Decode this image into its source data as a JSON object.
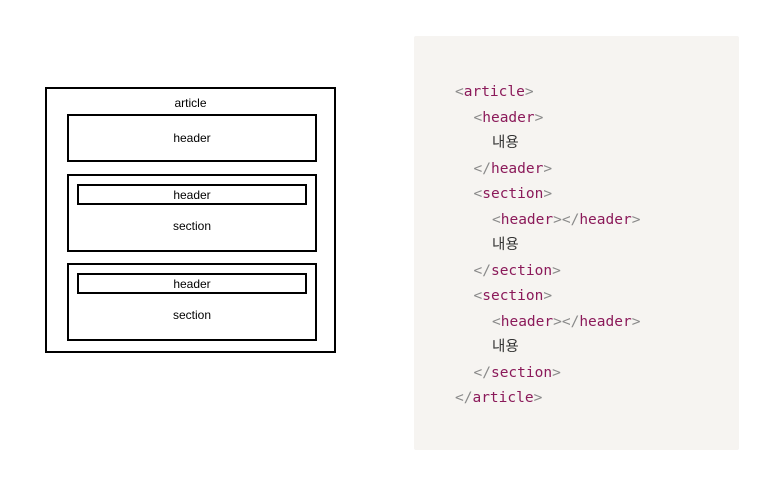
{
  "diagram": {
    "article_label": "article",
    "header_label": "header",
    "section1": {
      "header_label": "header",
      "label": "section"
    },
    "section2": {
      "header_label": "header",
      "label": "section"
    }
  },
  "code": {
    "lines": [
      {
        "indent": 0,
        "parts": [
          [
            "p",
            "<"
          ],
          [
            "t",
            "article"
          ],
          [
            "p",
            ">"
          ]
        ]
      },
      {
        "indent": 1,
        "parts": [
          [
            "p",
            "<"
          ],
          [
            "t",
            "header"
          ],
          [
            "p",
            ">"
          ]
        ]
      },
      {
        "indent": 2,
        "parts": [
          [
            "x",
            "내용"
          ]
        ]
      },
      {
        "indent": 1,
        "parts": [
          [
            "p",
            "</"
          ],
          [
            "t",
            "header"
          ],
          [
            "p",
            ">"
          ]
        ]
      },
      {
        "indent": 1,
        "parts": [
          [
            "p",
            "<"
          ],
          [
            "t",
            "section"
          ],
          [
            "p",
            ">"
          ]
        ]
      },
      {
        "indent": 2,
        "parts": [
          [
            "p",
            "<"
          ],
          [
            "t",
            "header"
          ],
          [
            "p",
            "></"
          ],
          [
            "t",
            "header"
          ],
          [
            "p",
            ">"
          ]
        ]
      },
      {
        "indent": 2,
        "parts": [
          [
            "x",
            "내용"
          ]
        ]
      },
      {
        "indent": 1,
        "parts": [
          [
            "p",
            "</"
          ],
          [
            "t",
            "section"
          ],
          [
            "p",
            ">"
          ]
        ]
      },
      {
        "indent": 1,
        "parts": [
          [
            "p",
            "<"
          ],
          [
            "t",
            "section"
          ],
          [
            "p",
            ">"
          ]
        ]
      },
      {
        "indent": 2,
        "parts": [
          [
            "p",
            "<"
          ],
          [
            "t",
            "header"
          ],
          [
            "p",
            "></"
          ],
          [
            "t",
            "header"
          ],
          [
            "p",
            ">"
          ]
        ]
      },
      {
        "indent": 2,
        "parts": [
          [
            "x",
            "내용"
          ]
        ]
      },
      {
        "indent": 1,
        "parts": [
          [
            "p",
            "</"
          ],
          [
            "t",
            "section"
          ],
          [
            "p",
            ">"
          ]
        ]
      },
      {
        "indent": 0,
        "parts": [
          [
            "p",
            "</"
          ],
          [
            "t",
            "article"
          ],
          [
            "p",
            ">"
          ]
        ]
      }
    ]
  }
}
